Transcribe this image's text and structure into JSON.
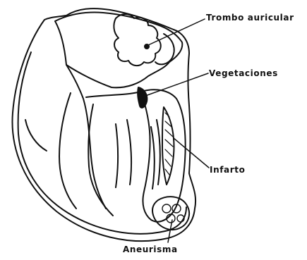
{
  "labels": {
    "trombo": "Trombo auricular",
    "vegetaciones": "Vegetaciones",
    "infarto": "Infarto",
    "aneurisma": "Aneurisma"
  },
  "colors": {
    "ink": "#111111",
    "background": "#ffffff"
  }
}
